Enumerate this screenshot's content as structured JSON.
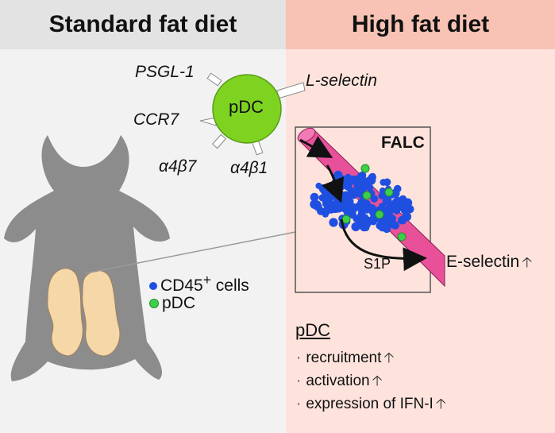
{
  "headers": {
    "left": "Standard fat diet",
    "right": "High fat diet"
  },
  "cell": {
    "label": "pDC",
    "receptors": {
      "psgl1": "PSGL-1",
      "lselectin": "L-selectin",
      "ccr7": "CCR7",
      "a4b7": "α4β7",
      "a4b1": "α4β1"
    }
  },
  "inset": {
    "label": "FALC",
    "s1p": "S1P",
    "eselectin": "E-selectin"
  },
  "legend": {
    "cd45_prefix": "CD45",
    "cd45_sup": "+",
    "cd45_suffix": " cells",
    "pdc": "pDC"
  },
  "effects": {
    "title": "pDC",
    "items": [
      "recruitment",
      "activation",
      "expression of IFN-I"
    ]
  },
  "colors": {
    "left_bg": "#f2f2f2",
    "right_bg": "#fde3dc",
    "cell_green": "#7ed321",
    "vessel_pink": "#e8519a",
    "cd45_blue": "#1f4fe0",
    "pdc_green": "#3ecf4a",
    "mouse_gray": "#8c8c8c",
    "fat_pad": "#f6d7a7"
  },
  "icons": {
    "increase": "arrow-up-icon"
  }
}
